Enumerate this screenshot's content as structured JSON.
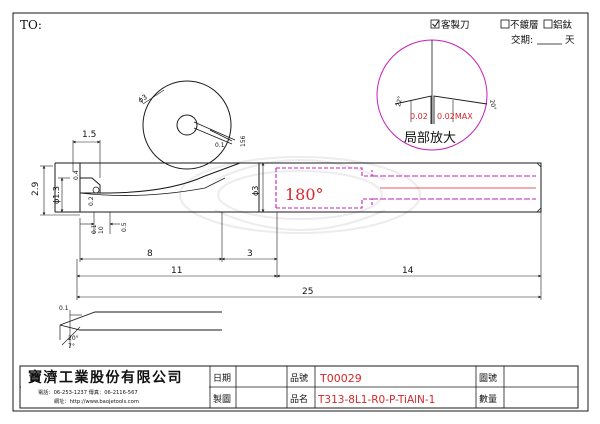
{
  "header": {
    "to_label": "TO:",
    "option_custom": "客製刀",
    "option_no_coating": "不鍍層",
    "option_altin": "鋁鈦",
    "delivery_label": "交期:",
    "delivery_unit": "天"
  },
  "colors": {
    "line": "#1a1a1a",
    "magenta": "#c71fb8",
    "red": "#d8262b",
    "pink_fill": "#f6dcef"
  },
  "drawing": {
    "dims": {
      "d15": "1.5",
      "d29": "2.9",
      "d13": "ϕ1.3",
      "d3_end": "ϕ3",
      "d3_body": "ϕ3",
      "d8": "8",
      "d3_len": "3",
      "d11": "11",
      "d14": "14",
      "d25": "25",
      "d04": "0.4",
      "d01": "0.1",
      "d10": "10",
      "d05": "0.5",
      "d01_side": "0.1",
      "d20deg": "20°",
      "d7deg": "7°",
      "d01_mag": "0.1",
      "d156": "156",
      "d02": "0.2"
    },
    "coolant_angle": "180°",
    "detail": {
      "left_value": "0.02",
      "right_value": "0.02MAX",
      "left_angle": "22°",
      "right_angle": "20°",
      "title": "局部放大"
    }
  },
  "title_block": {
    "company_name": "寶濟工業股份有限公司",
    "phone_line": "電話：06-253-1237   傳真：06-2116-567",
    "web_line": "網址：http://www.baojetools.com",
    "date_label": "日期",
    "drawn_label": "製圖",
    "part_no_label": "品號",
    "part_no_value": "T00029",
    "name_label": "品名",
    "name_value": "T313-8L1-R0-P-TiAlN-1",
    "drawing_no_label": "圖號",
    "qty_label": "數量"
  }
}
